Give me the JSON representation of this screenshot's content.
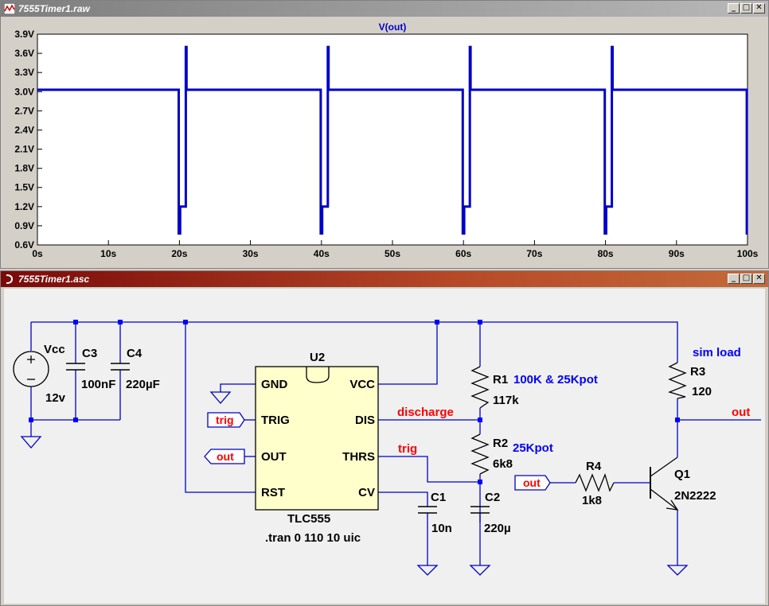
{
  "waveform_window": {
    "title": "7555Timer1.raw",
    "trace_label": "V(out)",
    "y_ticks": [
      "3.9V",
      "3.6V",
      "3.3V",
      "3.0V",
      "2.7V",
      "2.4V",
      "2.1V",
      "1.8V",
      "1.5V",
      "1.2V",
      "0.9V",
      "0.6V"
    ],
    "x_ticks": [
      "0s",
      "10s",
      "20s",
      "30s",
      "40s",
      "50s",
      "60s",
      "70s",
      "80s",
      "90s",
      "100s"
    ],
    "trace_color": "#0000c8"
  },
  "chart_data": {
    "type": "line",
    "title": "V(out)",
    "xlabel": "",
    "ylabel": "",
    "xlim": [
      0,
      100
    ],
    "ylim": [
      0.6,
      3.9
    ],
    "series": [
      {
        "name": "V(out)",
        "x": [
          0,
          19.9,
          19.9,
          20.1,
          20.1,
          20.9,
          20.9,
          21.0,
          21.0,
          39.9,
          39.9,
          40.1,
          40.1,
          40.9,
          40.9,
          41.0,
          41.0,
          59.9,
          59.9,
          60.1,
          60.1,
          60.9,
          60.9,
          61.0,
          61.0,
          79.9,
          79.9,
          80.1,
          80.1,
          80.9,
          80.9,
          81.0,
          81.0,
          99.9,
          99.9,
          100
        ],
        "y": [
          3.03,
          3.03,
          0.78,
          0.78,
          1.2,
          1.2,
          3.7,
          3.7,
          3.03,
          3.03,
          0.78,
          0.78,
          1.2,
          1.2,
          3.7,
          3.7,
          3.03,
          3.03,
          0.78,
          0.78,
          1.2,
          1.2,
          3.7,
          3.7,
          3.03,
          3.03,
          0.78,
          0.78,
          1.2,
          1.2,
          3.7,
          3.7,
          3.03,
          3.03,
          0.78,
          0.78
        ]
      }
    ]
  },
  "schematic_window": {
    "title": "7555Timer1.asc",
    "ic": {
      "ref": "U2",
      "part": "TLC555",
      "pins_left": [
        "GND",
        "TRIG",
        "OUT",
        "RST"
      ],
      "pins_right": [
        "VCC",
        "DIS",
        "THRS",
        "CV"
      ]
    },
    "directive": ".tran 0 110 10 uic",
    "source": {
      "name": "Vcc",
      "value": "12v"
    },
    "caps": [
      {
        "ref": "C3",
        "value": "100nF"
      },
      {
        "ref": "C4",
        "value": "220µF"
      },
      {
        "ref": "C1",
        "value": "10n"
      },
      {
        "ref": "C2",
        "value": "220µ"
      }
    ],
    "resistors": [
      {
        "ref": "R1",
        "value": "117k",
        "note": "100K & 25Kpot"
      },
      {
        "ref": "R2",
        "value": "6k8",
        "note": "25Kpot"
      },
      {
        "ref": "R3",
        "value": "120",
        "note": "sim load"
      },
      {
        "ref": "R4",
        "value": "1k8"
      }
    ],
    "transistor": {
      "ref": "Q1",
      "model": "2N2222"
    },
    "net_labels": {
      "discharge": "discharge",
      "trig": "trig",
      "out": "out"
    },
    "ports": {
      "trig_port": "trig",
      "out_port_left": "out",
      "out_port_q": "out"
    },
    "colors": {
      "wire": "#0000c8",
      "junction": "#0000ff",
      "net_label": "#ff0000",
      "note": "#0000ff",
      "background": "#f0f0f0"
    }
  }
}
